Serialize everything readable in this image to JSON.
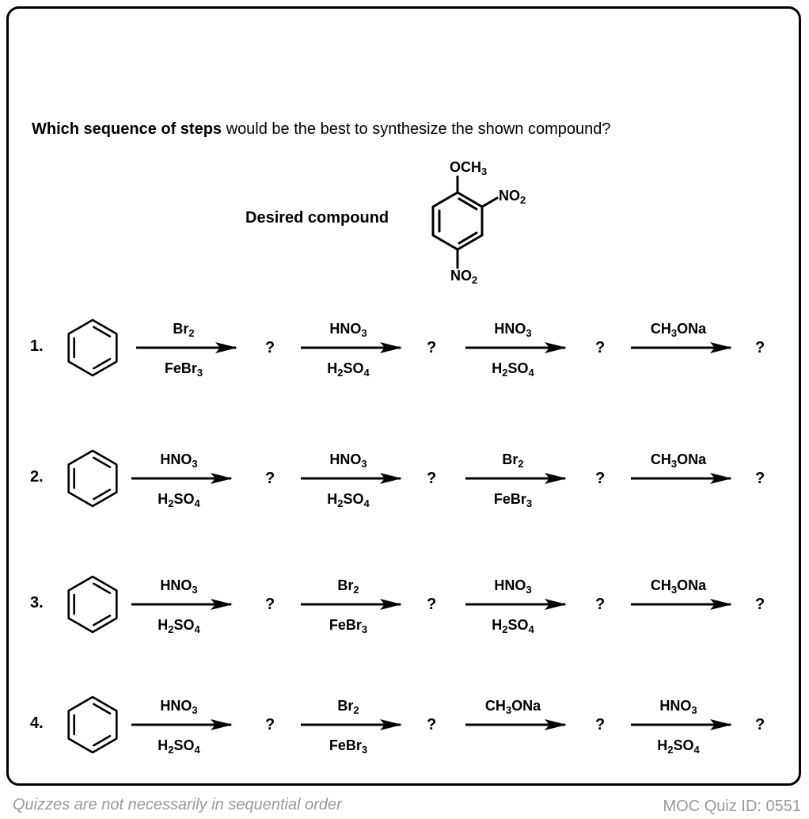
{
  "question": {
    "bold": "Which sequence of steps",
    "rest": " would be the best to synthesize the shown compound?"
  },
  "target": {
    "label": "Desired compound",
    "substituents": {
      "top": "OCH3",
      "ortho": "NO2",
      "para": "NO2"
    }
  },
  "options": [
    {
      "number": "1.",
      "start": "benzene",
      "steps": [
        {
          "above": "Br2",
          "below": "FeBr3"
        },
        {
          "above": "HNO3",
          "below": "H2SO4"
        },
        {
          "above": "HNO3",
          "below": "H2SO4"
        },
        {
          "above": "CH3ONa",
          "below": ""
        }
      ],
      "product_marker": "?"
    },
    {
      "number": "2.",
      "start": "benzene",
      "steps": [
        {
          "above": "HNO3",
          "below": "H2SO4"
        },
        {
          "above": "HNO3",
          "below": "H2SO4"
        },
        {
          "above": "Br2",
          "below": "FeBr3"
        },
        {
          "above": "CH3ONa",
          "below": ""
        }
      ],
      "product_marker": "?"
    },
    {
      "number": "3.",
      "start": "benzene",
      "steps": [
        {
          "above": "HNO3",
          "below": "H2SO4"
        },
        {
          "above": "Br2",
          "below": "FeBr3"
        },
        {
          "above": "HNO3",
          "below": "H2SO4"
        },
        {
          "above": "CH3ONa",
          "below": ""
        }
      ],
      "product_marker": "?"
    },
    {
      "number": "4.",
      "start": "benzene",
      "steps": [
        {
          "above": "HNO3",
          "below": "H2SO4"
        },
        {
          "above": "Br2",
          "below": "FeBr3"
        },
        {
          "above": "CH3ONa",
          "below": ""
        },
        {
          "above": "HNO3",
          "below": "H2SO4"
        }
      ],
      "product_marker": "?"
    }
  ],
  "footer": {
    "note": "Quizzes are not necessarily in sequential order",
    "quiz_id": "MOC Quiz ID: 0551"
  }
}
